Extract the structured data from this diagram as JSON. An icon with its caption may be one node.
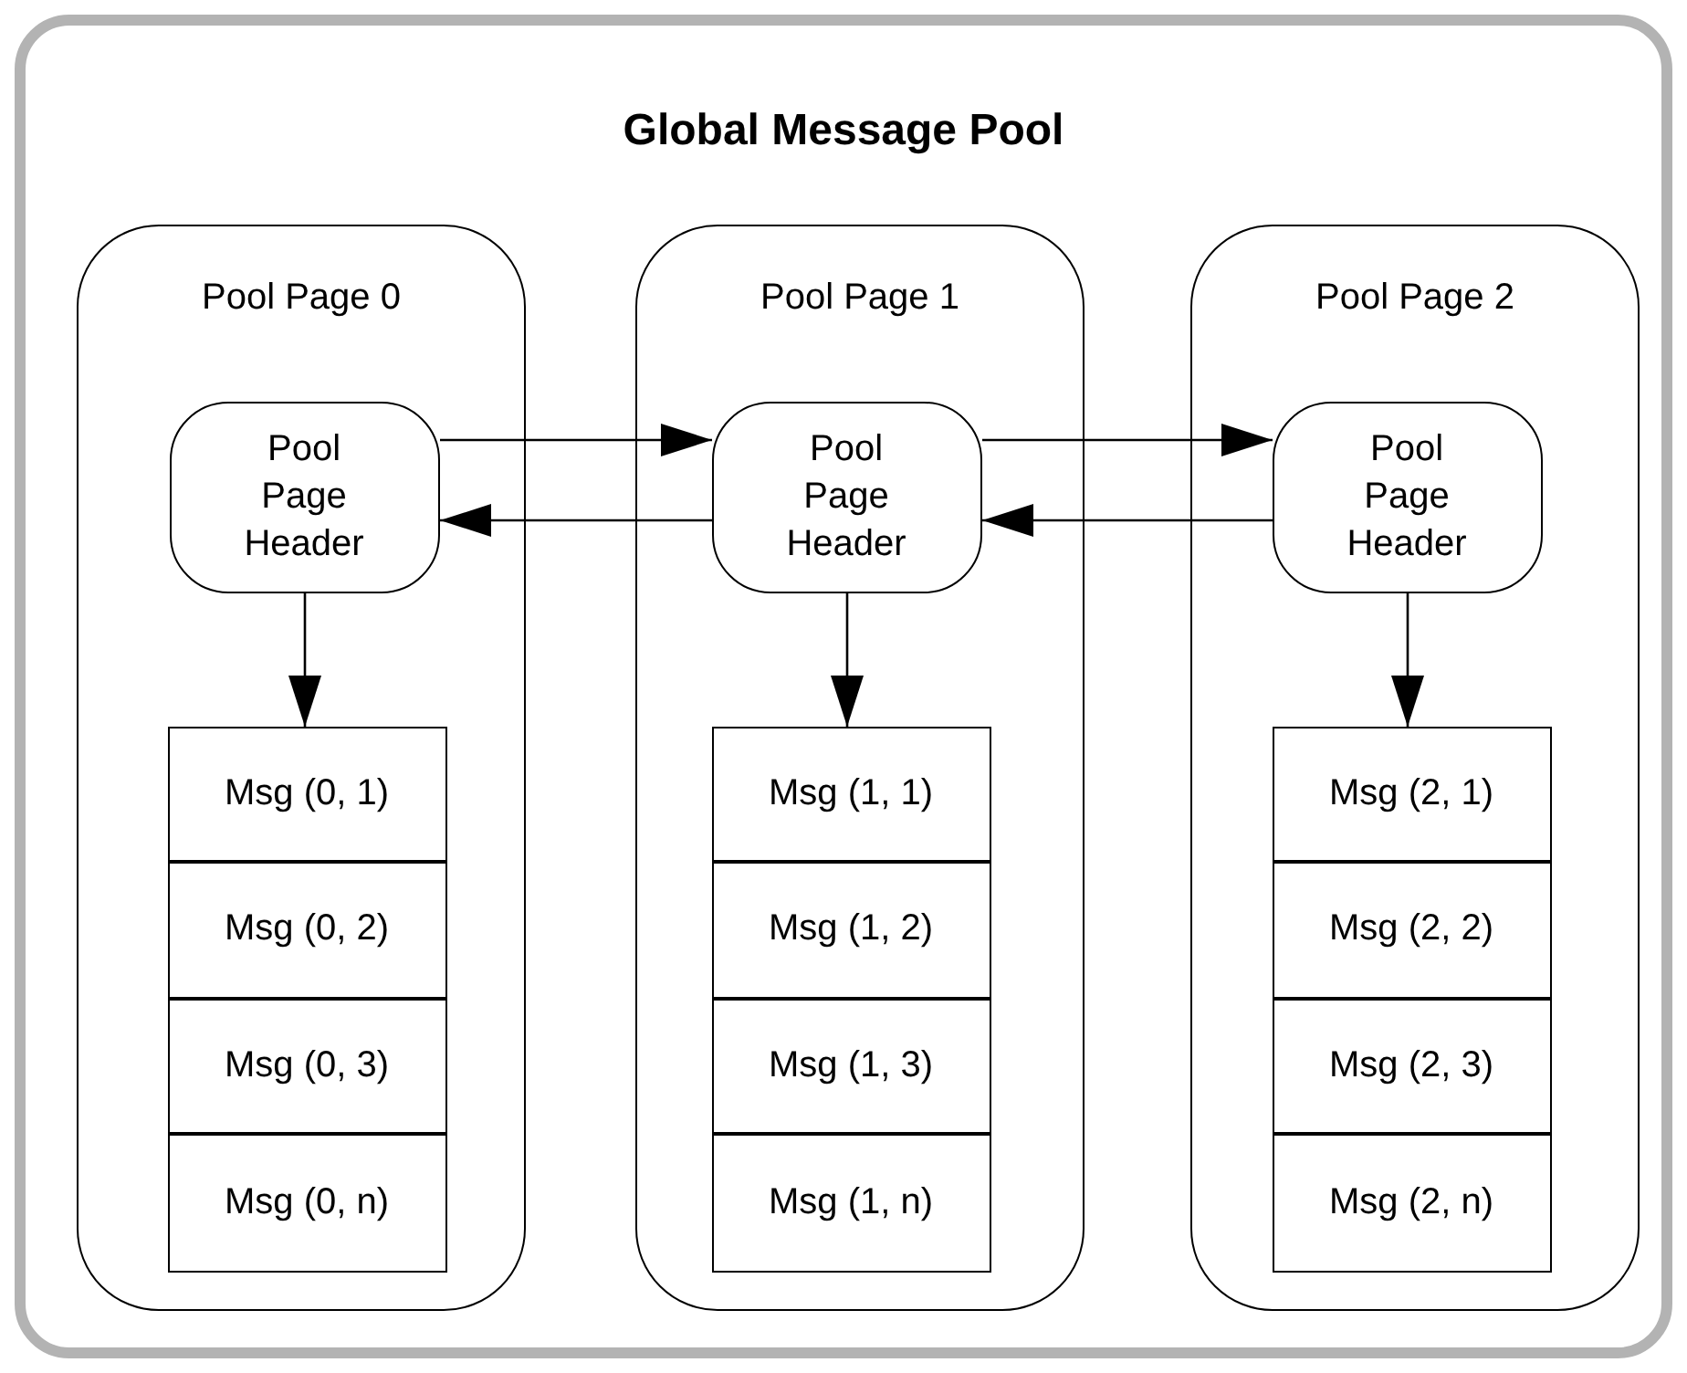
{
  "diagram": {
    "nodes": [
      {
        "text": [
          "Global Message Pool"
        ]
      },
      {
        "text": [
          "Pool Page 0"
        ],
        "in": 0
      },
      {
        "text": [
          "Pool Page Header"
        ],
        "in": 1
      },
      {
        "text": [
          "Msg (0, 1)"
        ],
        "in": 1
      },
      {
        "text": [
          "Msg (0, 2)"
        ],
        "in": 1
      },
      {
        "text": [
          "Msg (0, 3)"
        ],
        "in": 1
      },
      {
        "text": [
          "Msg (0, n)"
        ],
        "in": 1
      },
      {
        "text": [
          "Pool Page 1"
        ],
        "in": 0
      },
      {
        "text": [
          "Pool Page Header"
        ],
        "in": 7
      },
      {
        "text": [
          "Msg (1, 1)"
        ],
        "in": 7
      },
      {
        "text": [
          "Msg (1, 2)"
        ],
        "in": 7
      },
      {
        "text": [
          "Msg (1, 3)"
        ],
        "in": 7
      },
      {
        "text": [
          "Msg (1, n)"
        ],
        "in": 7
      },
      {
        "text": [
          "Pool Page 2"
        ],
        "in": 0
      },
      {
        "text": [
          "Pool Page Header"
        ],
        "in": 13
      },
      {
        "text": [
          "Msg (2, 1)"
        ],
        "in": 13
      },
      {
        "text": [
          "Msg (2, 2)"
        ],
        "in": 13
      },
      {
        "text": [
          "Msg (2, 3)"
        ],
        "in": 13
      },
      {
        "text": [
          "Msg (2, n)"
        ],
        "in": 13
      }
    ],
    "edges": [
      {
        "from": 2,
        "to": 8,
        "arrow": "to"
      },
      {
        "from": 8,
        "to": 2,
        "arrow": "to"
      },
      {
        "from": 8,
        "to": 14,
        "arrow": "to"
      },
      {
        "from": 14,
        "to": 8,
        "arrow": "to"
      },
      {
        "from": 2,
        "to": 3,
        "arrow": "to"
      },
      {
        "from": 8,
        "to": 9,
        "arrow": "to"
      },
      {
        "from": 14,
        "to": 15,
        "arrow": "to"
      }
    ]
  }
}
